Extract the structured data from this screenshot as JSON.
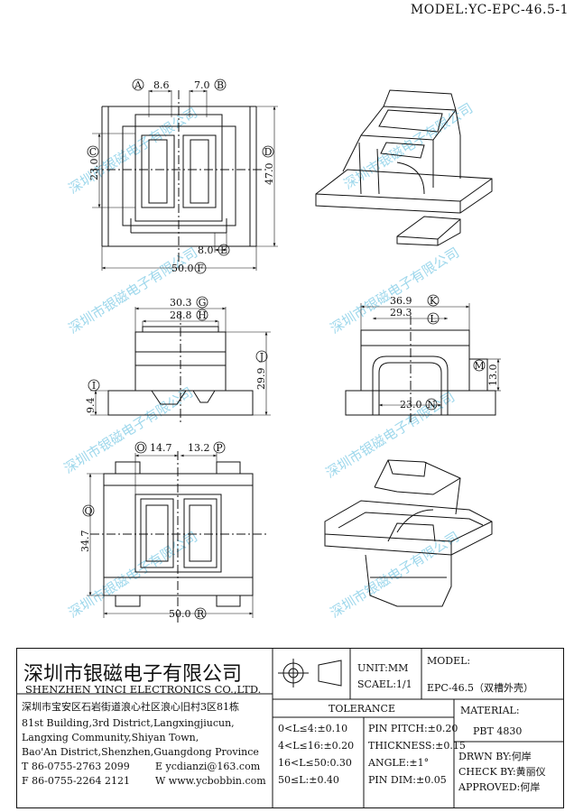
{
  "model_header": "MODEL:YC-EPC-46.5-1",
  "watermark": "深圳市银磁电子有限公司",
  "dims": {
    "A": {
      "letter": "A",
      "value": "8.6"
    },
    "B": {
      "letter": "B",
      "value": "7.0"
    },
    "C": {
      "letter": "C",
      "value": "23.0"
    },
    "D": {
      "letter": "D",
      "value": "47.0"
    },
    "E": {
      "letter": "E",
      "value": "8.0"
    },
    "F": {
      "letter": "F",
      "value": "50.0"
    },
    "G": {
      "letter": "G",
      "value": "30.3"
    },
    "H": {
      "letter": "H",
      "value": "28.8"
    },
    "I": {
      "letter": "I",
      "value": "9.4"
    },
    "J": {
      "letter": "J",
      "value": "29.9"
    },
    "K": {
      "letter": "K",
      "value": "36.9"
    },
    "L": {
      "letter": "L",
      "value": "29.3"
    },
    "M": {
      "letter": "M",
      "value": "13.0"
    },
    "N": {
      "letter": "N",
      "value": "23.0"
    },
    "O": {
      "letter": "O",
      "value": "14.7"
    },
    "P": {
      "letter": "P",
      "value": "13.2"
    },
    "Q": {
      "letter": "Q",
      "value": "34.7"
    },
    "R": {
      "letter": "R",
      "value": "50.0"
    }
  },
  "title_block": {
    "company_cn": "深圳市银磁电子有限公司",
    "company_en": "SHENZHEN YINCI ELECTRONICS CO.,LTD.",
    "address_cn": "深圳市宝安区石岩街道浪心社区浪心旧村3区81栋",
    "address_en_1": "81st Building,3rd District,Langxingjiucun,",
    "address_en_2": "Langxing Community,Shiyan Town,",
    "address_en_3": "Bao'An District,Shenzhen,Guangdong Province",
    "tel": "T 86-0755-2763 2099",
    "fax": "F 86-0755-2264 2121",
    "email": "E ycdianzi@163.com",
    "web": "W www.ycbobbin.com",
    "unit": "UNIT:MM",
    "scale": "SCAEL:1/1",
    "model_label": "MODEL:",
    "model_value": "EPC-46.5（双槽外壳）",
    "tolerance_label": "TOLERANCE",
    "tol_left": [
      "0<L≤4:±0.10",
      "4<L≤16:±0.20",
      "16<L≤50:0.30",
      "50≤L:±0.40"
    ],
    "tol_right": [
      "PIN PITCH:±0.20",
      "THICKNESS:±0.15",
      "ANGLE:±1°",
      "PIN DIM:±0.05"
    ],
    "material_label": "MATERIAL:",
    "material_value": "PBT 4830",
    "drawn_by": "DRWN BY:何岸",
    "check_by": "CHECK BY:黄丽仪",
    "approved": "APPROVED:何岸"
  }
}
